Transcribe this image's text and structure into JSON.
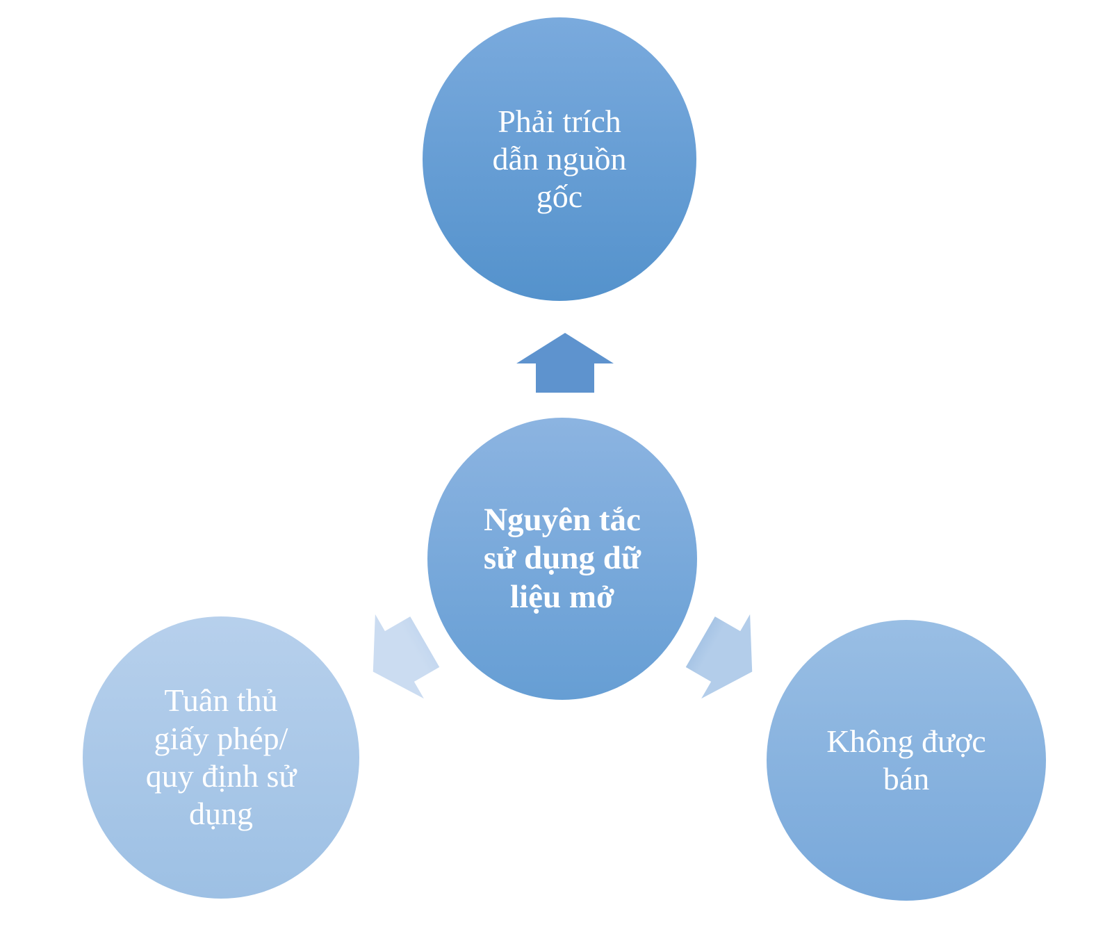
{
  "background_color": "#ffffff",
  "diagram": {
    "type": "radial-cycle",
    "text_color": "#ffffff",
    "center_node": {
      "id": "center",
      "label": "Nguyên tắc\nsử dụng dữ\nliệu mở",
      "gradient_top": "#8cb4e1",
      "gradient_bottom": "#669ed4"
    },
    "nodes": [
      {
        "id": "top",
        "label": "Phải trích\ndẫn nguồn\ngốc",
        "gradient_top": "#7aaadd",
        "gradient_bottom": "#5492cc"
      },
      {
        "id": "bottom-left",
        "label": "Tuân thủ\ngiấy phép/\nquy định sử\ndụng",
        "gradient_top": "#b7d0ec",
        "gradient_bottom": "#9dc0e4"
      },
      {
        "id": "bottom-right",
        "label": "Không được\nbán",
        "gradient_top": "#99bee4",
        "gradient_bottom": "#78a8da"
      }
    ],
    "arrows": [
      {
        "id": "up",
        "direction": "up",
        "from": "center",
        "to": "top",
        "gradient_top": "#5e93ce",
        "gradient_bottom": "#4076b8"
      },
      {
        "id": "down-left",
        "direction": "down-left",
        "from": "center",
        "to": "bottom-left",
        "gradient_top": "#cbdcf1",
        "gradient_bottom": "#a0c0e5"
      },
      {
        "id": "down-right",
        "direction": "down-right",
        "from": "center",
        "to": "bottom-right",
        "gradient_top": "#b3cdea",
        "gradient_bottom": "#6596cc"
      }
    ]
  }
}
